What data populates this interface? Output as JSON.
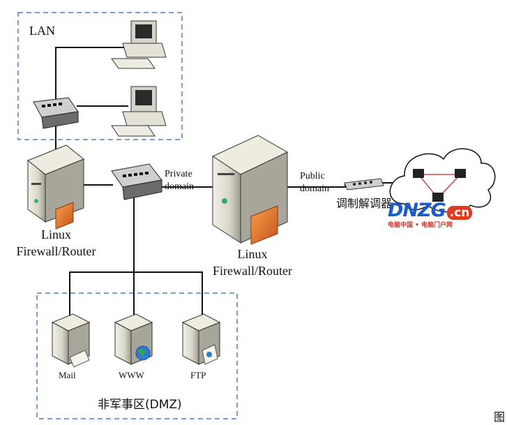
{
  "zones": {
    "lan": "LAN",
    "dmz": "非军事区(DMZ)"
  },
  "links": {
    "private": [
      "Private",
      "domain"
    ],
    "public": [
      "Public",
      "domain"
    ]
  },
  "devices": {
    "left_router": [
      "Linux",
      "Firewall/Router"
    ],
    "center_router": [
      "Linux",
      "Firewall/Router"
    ],
    "modem": "调制解调器",
    "servers": [
      "Mail",
      "WWW",
      "FTP"
    ]
  },
  "watermark": {
    "brand": "DNZG",
    "suffix": ".cn",
    "tagline": "电脑中国 • 电脑门户网"
  },
  "caption": "图"
}
